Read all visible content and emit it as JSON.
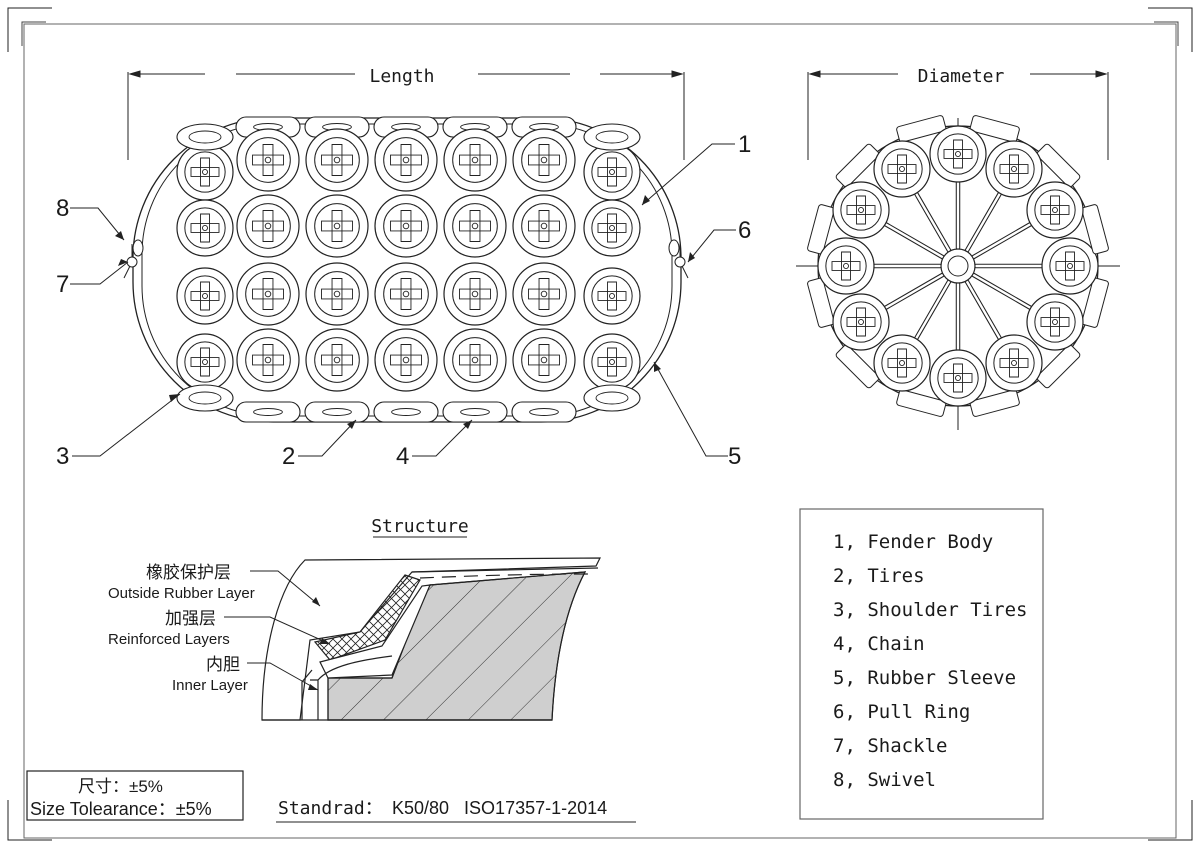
{
  "dimensions": {
    "length": "Length",
    "diameter": "Diameter"
  },
  "callouts": [
    "1",
    "2",
    "3",
    "4",
    "5",
    "6",
    "7",
    "8"
  ],
  "structure": {
    "title": "Structure",
    "outside_cn": "橡胶保护层",
    "outside_en": "Outside Rubber Layer",
    "reinforced_cn": "加强层",
    "reinforced_en": "Reinforced Layers",
    "inner_cn": "内胆",
    "inner_en": "Inner Layer"
  },
  "legend": [
    "1, Fender Body",
    "2, Tires",
    "3, Shoulder Tires",
    "4, Chain",
    "5, Rubber Sleeve",
    "6, Pull Ring",
    "7, Shackle",
    "8, Swivel"
  ],
  "tolerance": {
    "cn": "尺寸：±5%",
    "en": "Size Tolearance：±5%"
  },
  "standard": {
    "label": "Standrad：",
    "value": "K50/80   ISO17357-1-2014"
  }
}
